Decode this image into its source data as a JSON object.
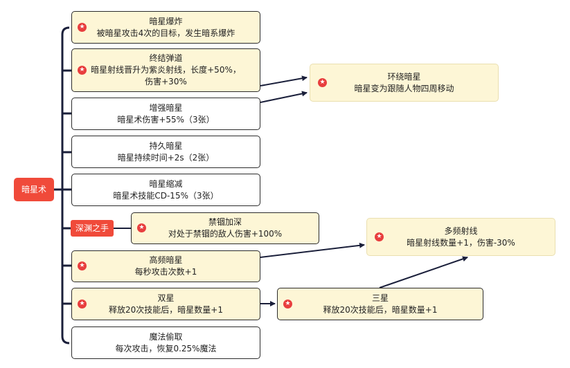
{
  "root": {
    "label": "暗星术"
  },
  "branch_tag": {
    "label": "深渊之手"
  },
  "icons": {
    "star": "star-badge-icon"
  },
  "colors": {
    "accent": "#f04a3a",
    "highlight": "#fdf6d6",
    "line": "#1a1f3a"
  },
  "nodes": [
    {
      "id": "dark-star-burst",
      "title": "暗星爆炸",
      "lines": [
        "被暗星攻击4次的目标，发生暗系爆炸"
      ],
      "starred": true
    },
    {
      "id": "final-ray",
      "title": "终结弹道",
      "lines": [
        "暗星射线晋升为紫炎射线，长度+50%，",
        "伤害+30%"
      ],
      "starred": true
    },
    {
      "id": "orbiting-star",
      "title": "环绕暗星",
      "lines": [
        "暗星变为跟随人物四周移动"
      ],
      "starred": true
    },
    {
      "id": "empowered-star",
      "title": "增强暗星",
      "lines": [
        "暗星术伤害+55%（3张）"
      ],
      "starred": false
    },
    {
      "id": "lasting-star",
      "title": "持久暗星",
      "lines": [
        "暗星持续时间+2s（2张）"
      ],
      "starred": false
    },
    {
      "id": "star-shrink",
      "title": "暗星缩减",
      "lines": [
        "暗星术技能CD-15%（3张）"
      ],
      "starred": false
    },
    {
      "id": "deep-bind",
      "title": "禁锢加深",
      "lines": [
        "对处于禁锢的敌人伤害+100%"
      ],
      "starred": true
    },
    {
      "id": "multi-ray",
      "title": "多频射线",
      "lines": [
        "暗星射线数量+1，伤害-30%"
      ],
      "starred": true
    },
    {
      "id": "high-freq-star",
      "title": "高频暗星",
      "lines": [
        "每秒攻击次数+1"
      ],
      "starred": true
    },
    {
      "id": "twin-star",
      "title": "双星",
      "lines": [
        "释放20次技能后，暗星数量+1"
      ],
      "starred": true
    },
    {
      "id": "triple-star",
      "title": "三星",
      "lines": [
        "释放20次技能后，暗星数量+1"
      ],
      "starred": true
    },
    {
      "id": "mana-steal",
      "title": "魔法偷取",
      "lines": [
        "每次攻击，恢复0.25%魔法"
      ],
      "starred": false
    }
  ]
}
